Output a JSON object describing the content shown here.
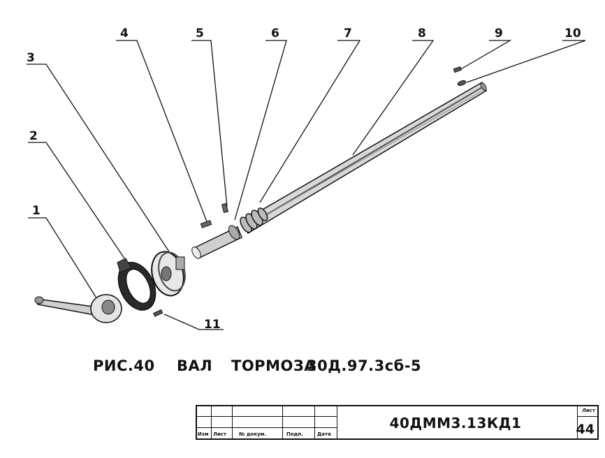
{
  "callouts": [
    "1",
    "2",
    "3",
    "4",
    "5",
    "6",
    "7",
    "8",
    "9",
    "10",
    "11"
  ],
  "caption": {
    "fig": "РИС.40",
    "word1": "ВАЛ",
    "word2": "ТОРМОЗА",
    "code": "30Д.97.3сб-5"
  },
  "title_block": {
    "col_izm": "Изм",
    "col_list": "Лист",
    "col_doc": "№ докум.",
    "col_podp": "Подп.",
    "col_data": "Дата",
    "designation": "40ДММ3.13КД1",
    "sheet_label": "Лист",
    "sheet_number": "44"
  }
}
